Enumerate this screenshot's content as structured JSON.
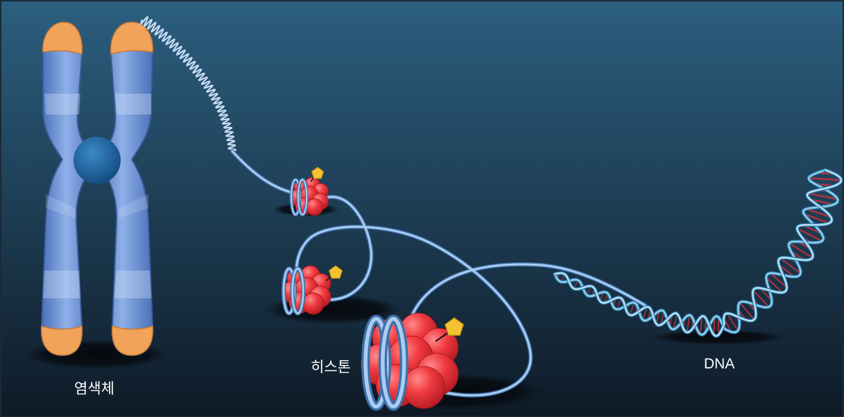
{
  "labels": {
    "chromosome": "염색체",
    "histone": "히스톤",
    "dna": "DNA"
  },
  "colors": {
    "background_top": "#2a5a78",
    "background_bottom": "#0f1c28",
    "chromatid": "#6f93d6",
    "telomere": "#f0a050",
    "centromere": "#1f5f9a",
    "histone": "#e82f36",
    "dna_strand": "#8fb9e6",
    "acetyl_tag": "#f1c232",
    "helix_backbone": "#5aa9cf",
    "helix_base_red": "#d0303a"
  },
  "icons": {
    "acetyl_tag": "pentagon-icon"
  }
}
